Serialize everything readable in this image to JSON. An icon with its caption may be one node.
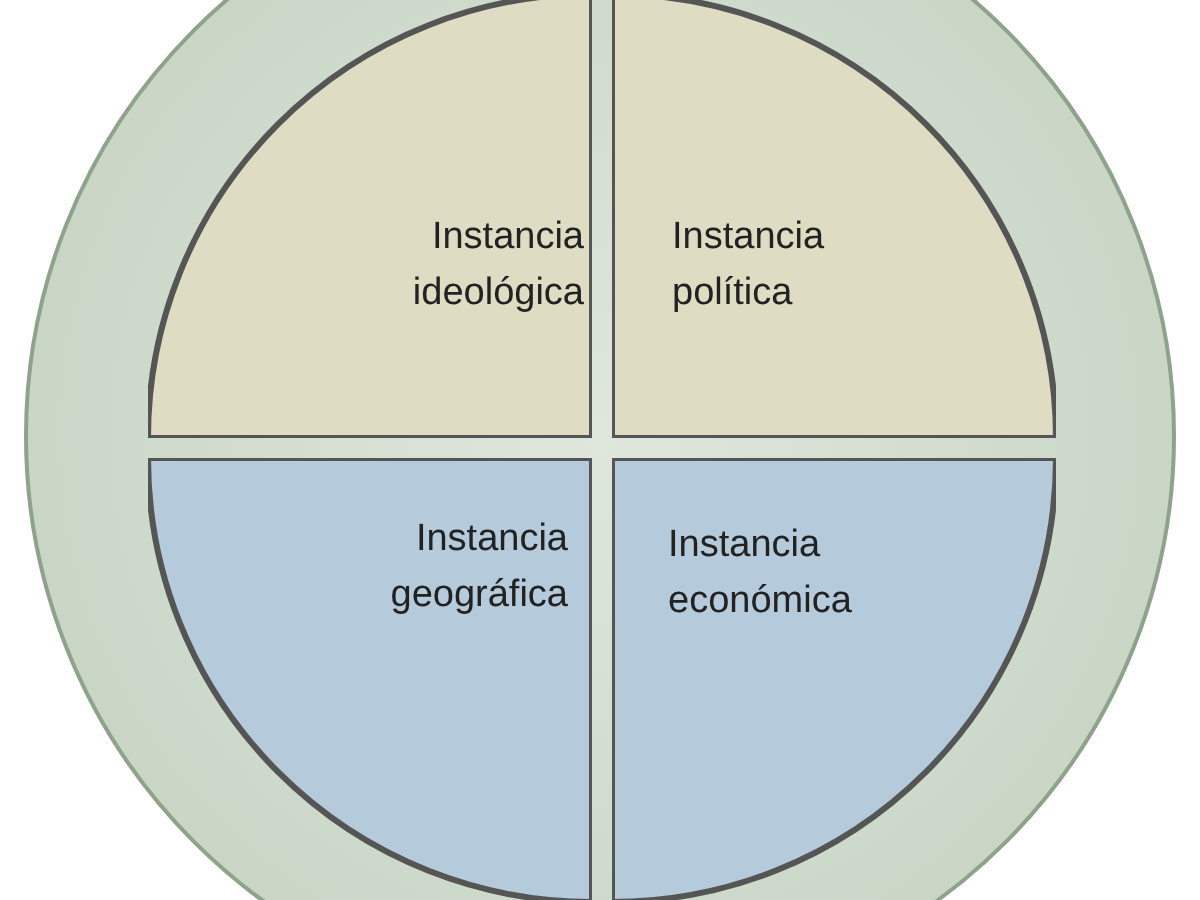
{
  "diagram": {
    "nodes": [
      {
        "text": [],
        "shape": "circle"
      },
      {
        "text": [
          "Instancia ideológica"
        ],
        "in": 0
      },
      {
        "text": [
          "Instancia política"
        ],
        "in": 0
      },
      {
        "text": [
          "Instancia geográfica"
        ],
        "in": 0
      },
      {
        "text": [
          "Instancia económica"
        ],
        "in": 0
      }
    ],
    "edges": []
  }
}
